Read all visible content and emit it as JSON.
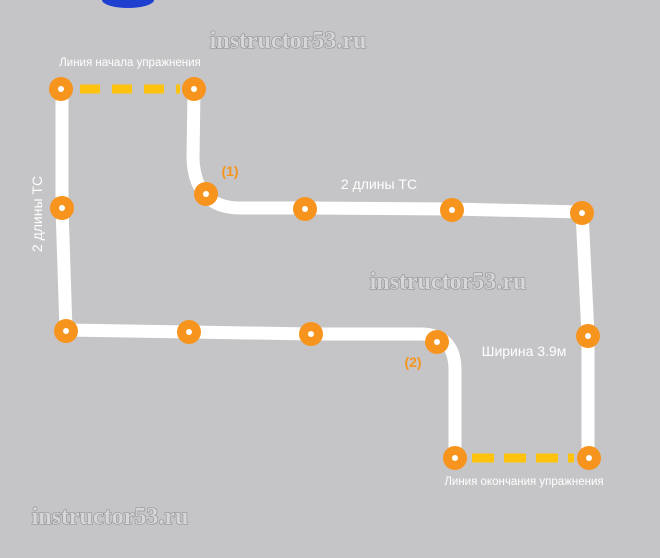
{
  "colors": {
    "background": "#c5c5c7",
    "road": "#ffffff",
    "cone": "#f7941d",
    "dashed_line": "#ffc20e",
    "label_text": "#ffffff",
    "marker_text": "#f7941d"
  },
  "labels": {
    "start_line": "Линия начала упражнения",
    "end_line": "Линия окончания упражнения",
    "length_top": "2 длины ТС",
    "length_side": "2 длины ТС",
    "width": "Ширина 3.9м",
    "marker_1": "(1)",
    "marker_2": "(2)"
  },
  "watermarks": [
    "instructor53.ru",
    "instructor53.ru",
    "instructor53.ru"
  ],
  "icons": {
    "cone": "traffic-cone-icon",
    "corner_car": "car-icon"
  }
}
